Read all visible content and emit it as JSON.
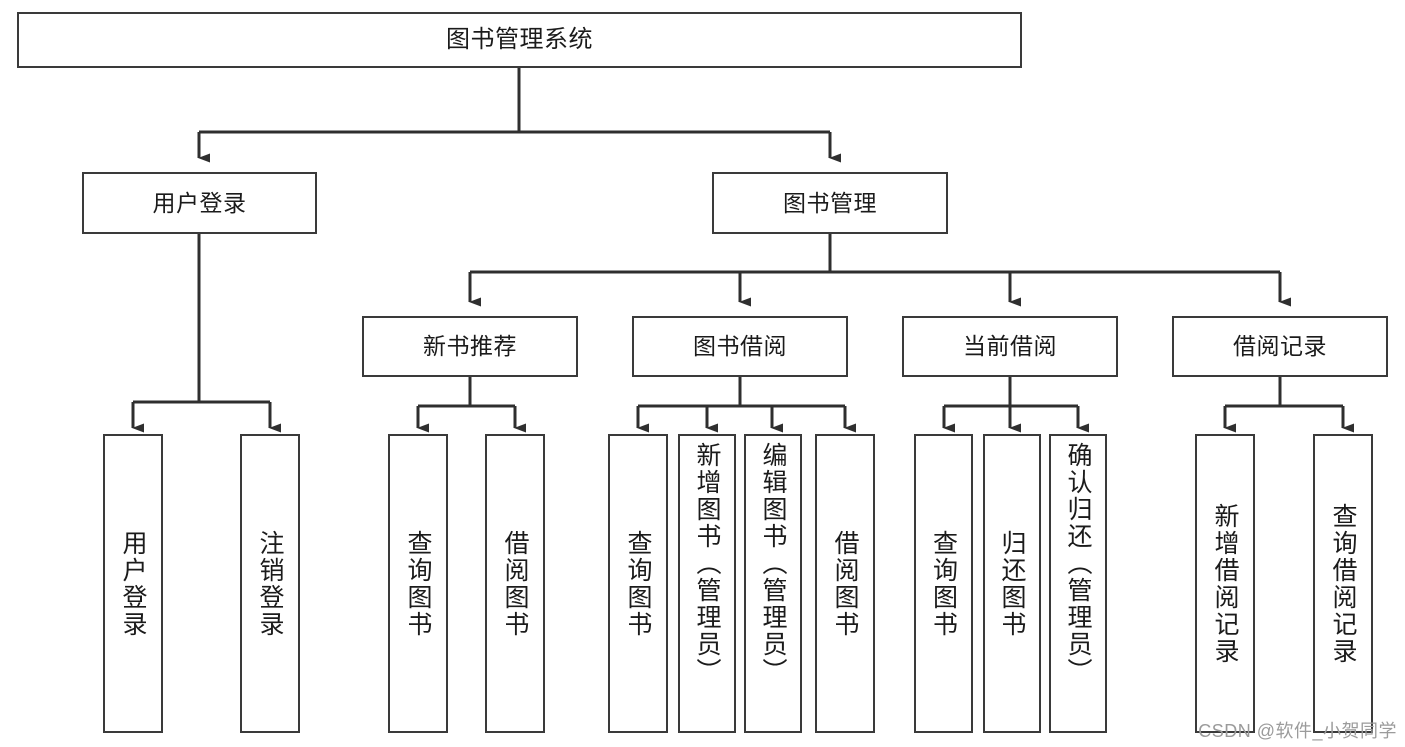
{
  "diagram": {
    "title": "图书管理系统",
    "type": "tree-hierarchy-diagram",
    "root": {
      "label": "图书管理系统"
    },
    "level2": [
      {
        "label": "用户登录"
      },
      {
        "label": "图书管理"
      }
    ],
    "level3": [
      {
        "label": "新书推荐"
      },
      {
        "label": "图书借阅"
      },
      {
        "label": "当前借阅"
      },
      {
        "label": "借阅记录"
      }
    ],
    "leaves": {
      "user_login": [
        {
          "label": "用户登录"
        },
        {
          "label": "注销登录"
        }
      ],
      "new_book_recommend": [
        {
          "label": "查询图书"
        },
        {
          "label": "借阅图书"
        }
      ],
      "book_borrow": [
        {
          "label": "查询图书"
        },
        {
          "label": "新增图书（管理员）"
        },
        {
          "label": "编辑图书（管理员）"
        },
        {
          "label": "借阅图书"
        }
      ],
      "current_borrow": [
        {
          "label": "查询图书"
        },
        {
          "label": "归还图书"
        },
        {
          "label": "确认归还（管理员）"
        }
      ],
      "borrow_record": [
        {
          "label": "新增借阅记录"
        },
        {
          "label": "查询借阅记录"
        }
      ]
    }
  },
  "watermark": {
    "text": "CSDN @软件_小贺同学"
  },
  "colors": {
    "stroke": "#3a3a3a",
    "background": "#ffffff",
    "text": "#1b1b1b",
    "watermark": "#9b9b9b"
  }
}
